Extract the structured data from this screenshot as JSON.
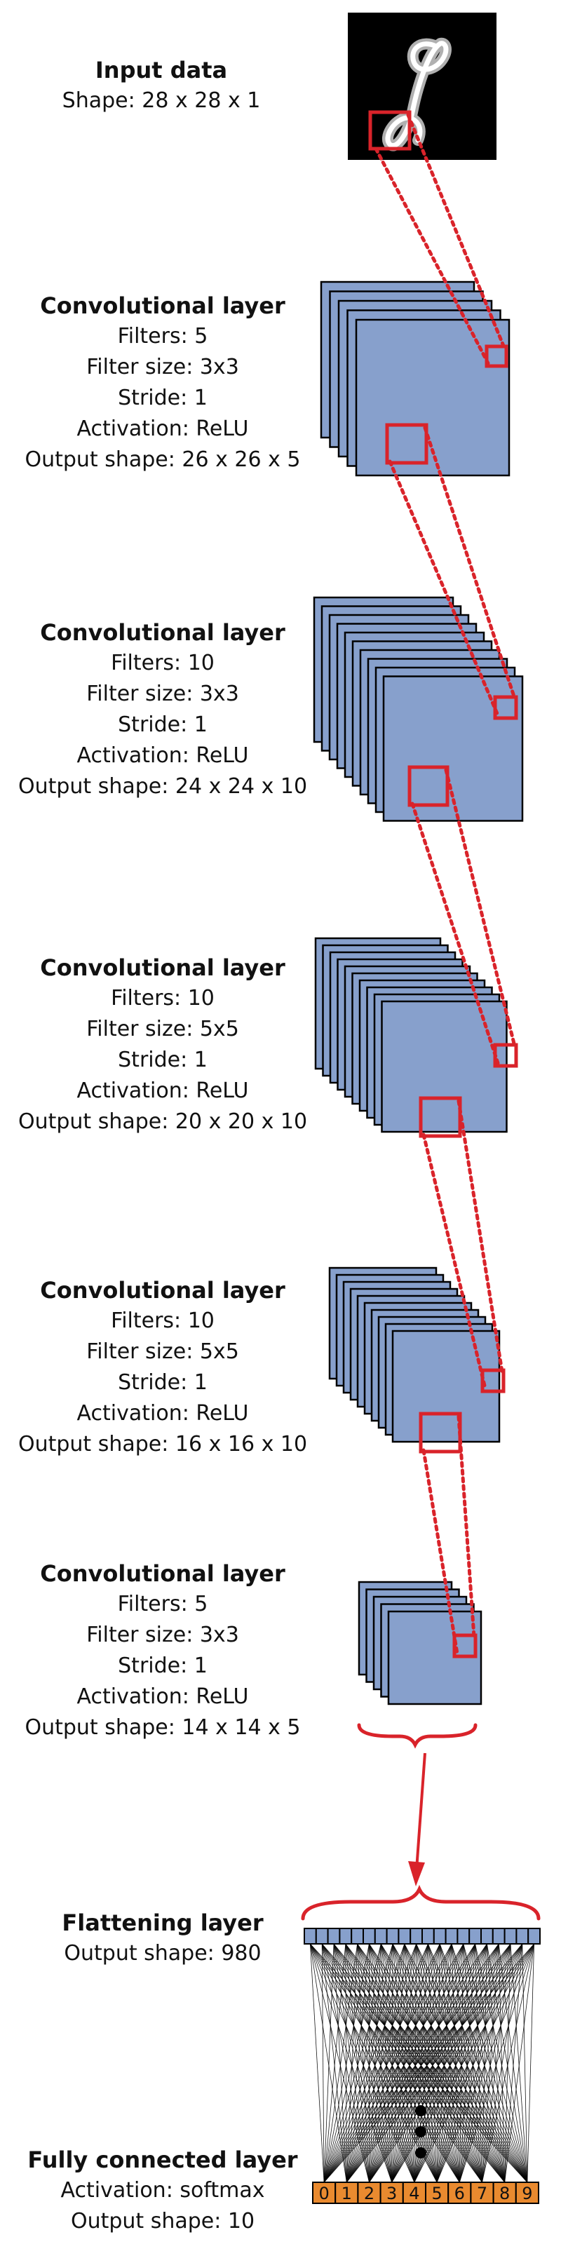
{
  "input": {
    "title": "Input data",
    "lines": [
      "Shape: 28 x 28 x 1"
    ]
  },
  "layers": [
    {
      "title": "Convolutional layer",
      "lines": [
        "Filters: 5",
        "Filter size: 3x3",
        "Stride: 1",
        "Activation: ReLU",
        "Output shape: 26 x 26 x 5"
      ]
    },
    {
      "title": "Convolutional layer",
      "lines": [
        "Filters: 10",
        "Filter size: 3x3",
        "Stride: 1",
        "Activation: ReLU",
        "Output shape: 24 x 24 x 10"
      ]
    },
    {
      "title": "Convolutional layer",
      "lines": [
        "Filters: 10",
        "Filter size: 5x5",
        "Stride: 1",
        "Activation: ReLU",
        "Output shape: 20 x 20 x 10"
      ]
    },
    {
      "title": "Convolutional layer",
      "lines": [
        "Filters: 10",
        "Filter size: 5x5",
        "Stride: 1",
        "Activation: ReLU",
        "Output shape: 16 x 16 x 10"
      ]
    },
    {
      "title": "Convolutional layer",
      "lines": [
        "Filters: 5",
        "Filter size: 3x3",
        "Stride: 1",
        "Activation: ReLU",
        "Output shape: 14 x 14 x 5"
      ]
    }
  ],
  "flatten": {
    "title": "Flattening layer",
    "lines": [
      "Output shape: 980"
    ]
  },
  "dense": {
    "title": "Fully connected layer",
    "lines": [
      "Activation: softmax",
      "Output shape: 10"
    ],
    "output_labels": [
      "0",
      "1",
      "2",
      "3",
      "4",
      "5",
      "6",
      "7",
      "8",
      "9"
    ]
  },
  "colors": {
    "feature_map": "#87a0cc",
    "outline": "#000000",
    "highlight": "#d9232a",
    "output_cell": "#e98a2f",
    "input_bg": "#000000"
  }
}
